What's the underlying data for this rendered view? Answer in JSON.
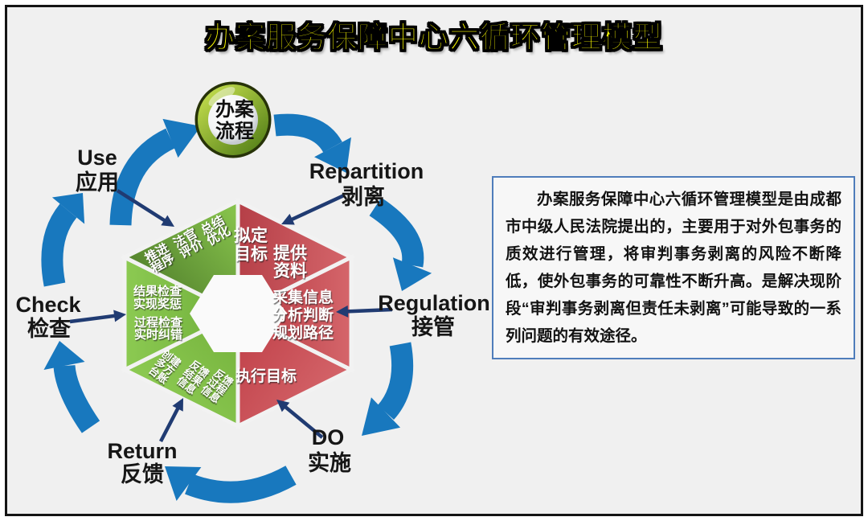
{
  "title": "办案服务保障中心六循环管理模型",
  "badge": {
    "line1": "办案",
    "line2": "流程"
  },
  "cycle_labels": {
    "use": {
      "en": "Use",
      "zh": "应用"
    },
    "repartition": {
      "en": "Repartition",
      "zh": "剥离"
    },
    "regulation": {
      "en": "Regulation",
      "zh": "接管"
    },
    "do": {
      "en": "DO",
      "zh": "实施"
    },
    "return": {
      "en": "Return",
      "zh": "反馈"
    },
    "check": {
      "en": "Check",
      "zh": "检查"
    }
  },
  "hexagon": {
    "top_right": {
      "block1": [
        "拟定",
        "目标"
      ],
      "block2": [
        "提供",
        "资料"
      ]
    },
    "right": {
      "lines": [
        "采集信息",
        "分析判断",
        "规划路径"
      ]
    },
    "bottom_right": {
      "lines": [
        "执行目标"
      ]
    },
    "left": {
      "lines": [
        "结果检查",
        "实现奖惩",
        "过程检查",
        "实时纠错"
      ]
    },
    "top_left": {
      "blocks": [
        [
          "推进",
          "程序"
        ],
        [
          "法官",
          "评价"
        ],
        [
          "总结",
          "优化"
        ]
      ]
    },
    "bottom_left": {
      "blocks": [
        [
          "创建",
          "多方",
          "台账"
        ],
        [
          "反馈",
          "结果",
          "信息"
        ],
        [
          "反馈",
          "过程",
          "信息"
        ]
      ]
    }
  },
  "description": "办案服务保障中心六循环管理模型是由成都市中级人民法院提出的，主要用于对外包事务的质效进行管理，将审判事务剥离的风险不断降低，使外包事务的可靠性不断升高。是解决现阶段“审判事务剥离但责任未剥离”可能导致的一系列问题的有效途径。",
  "colors": {
    "cycle_arrow": "#1878be",
    "pointer_arrow": "#203b72",
    "red_wedge": "#c94f55",
    "green_wedge": "#7cbd45",
    "title_yellow": "#ffff00",
    "box_border": "#4f7dbb",
    "badge_ring": "#7aa41f"
  }
}
